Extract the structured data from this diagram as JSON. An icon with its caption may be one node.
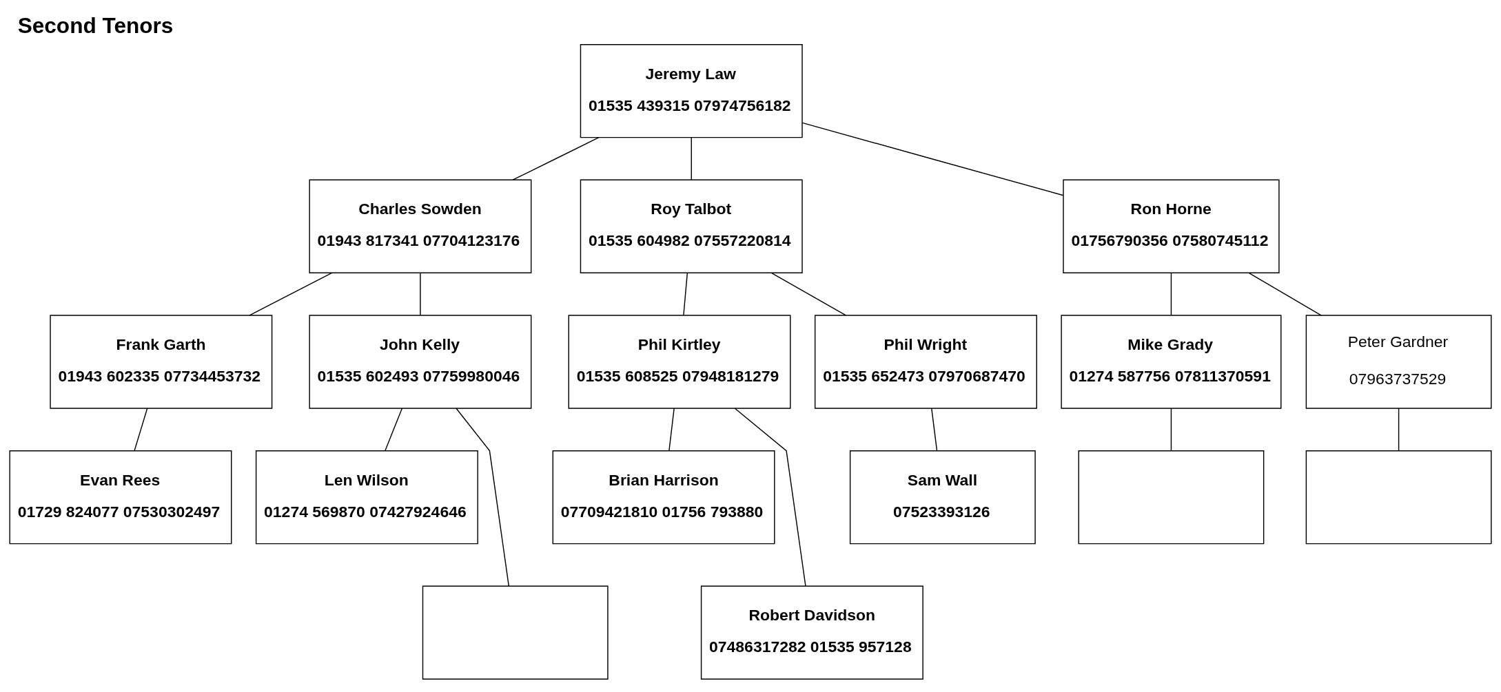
{
  "diagram": {
    "title": "Second Tenors",
    "nodes": [
      {
        "text": [
          "Jeremy Law",
          "01535 439315 07974756182"
        ]
      },
      {
        "text": [
          "Charles Sowden",
          "01943 817341 07704123176"
        ]
      },
      {
        "text": [
          "Roy Talbot",
          "01535 604982 07557220814"
        ]
      },
      {
        "text": [
          "Ron Horne",
          "01756790356 07580745112"
        ]
      },
      {
        "text": [
          "Frank Garth",
          "01943 602335 07734453732"
        ]
      },
      {
        "text": [
          "John Kelly",
          "01535 602493 07759980046"
        ]
      },
      {
        "text": [
          "Phil Kirtley",
          "01535 608525 07948181279"
        ]
      },
      {
        "text": [
          "Phil Wright",
          "01535 652473 07970687470"
        ]
      },
      {
        "text": [
          "Mike Grady",
          "01274 587756 07811370591"
        ]
      },
      {
        "text": [
          "Peter Gardner",
          "07963737529"
        ]
      },
      {
        "text": [
          "Evan Rees",
          "01729 824077 07530302497"
        ]
      },
      {
        "text": [
          "Len Wilson",
          "01274 569870 07427924646"
        ]
      },
      {
        "text": [
          "Brian Harrison",
          "07709421810 01756 793880"
        ]
      },
      {
        "text": [
          "Sam Wall",
          "07523393126"
        ]
      },
      {
        "text": [],
        "shape": "box"
      },
      {
        "text": [],
        "shape": "box"
      },
      {
        "text": [],
        "shape": "box"
      },
      {
        "text": [
          "Robert Davidson",
          "07486317282 01535 957128"
        ]
      }
    ],
    "edges": [
      {
        "from": 0,
        "to": 1,
        "arrow": "none"
      },
      {
        "from": 0,
        "to": 2,
        "arrow": "none"
      },
      {
        "from": 0,
        "to": 3,
        "arrow": "none"
      },
      {
        "from": 1,
        "to": 4,
        "arrow": "none"
      },
      {
        "from": 1,
        "to": 5,
        "arrow": "none"
      },
      {
        "from": 2,
        "to": 6,
        "arrow": "none"
      },
      {
        "from": 2,
        "to": 7,
        "arrow": "none"
      },
      {
        "from": 3,
        "to": 8,
        "arrow": "none"
      },
      {
        "from": 3,
        "to": 9,
        "arrow": "none"
      },
      {
        "from": 4,
        "to": 10,
        "arrow": "none"
      },
      {
        "from": 5,
        "to": 11,
        "arrow": "none"
      },
      {
        "from": 5,
        "to": 16,
        "arrow": "none"
      },
      {
        "from": 6,
        "to": 12,
        "arrow": "none"
      },
      {
        "from": 6,
        "to": 17,
        "arrow": "none"
      },
      {
        "from": 7,
        "to": 13,
        "arrow": "none"
      },
      {
        "from": 8,
        "to": 14,
        "arrow": "none"
      },
      {
        "from": 9,
        "to": 15,
        "arrow": "none"
      }
    ]
  }
}
